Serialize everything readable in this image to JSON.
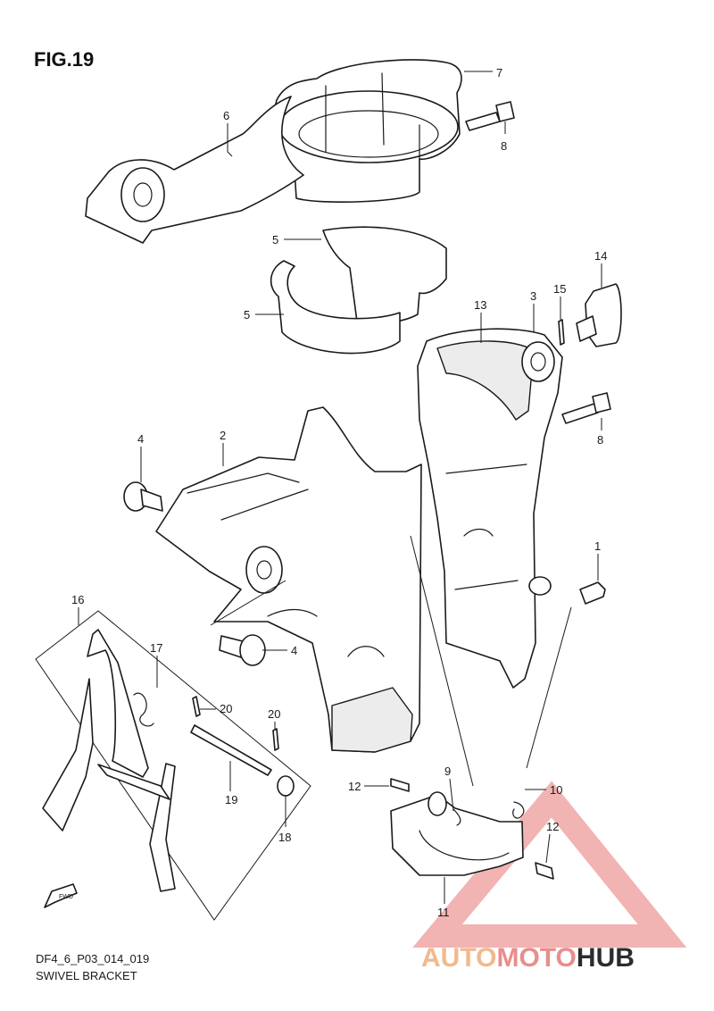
{
  "figure": {
    "title": "FIG.19",
    "code": "DF4_6_P03_014_019",
    "name": "SWIVEL BRACKET"
  },
  "fwd_label": "FWD",
  "callouts": [
    {
      "id": "c1",
      "text": "1"
    },
    {
      "id": "c2",
      "text": "2"
    },
    {
      "id": "c3",
      "text": "3"
    },
    {
      "id": "c4a",
      "text": "4"
    },
    {
      "id": "c4b",
      "text": "4"
    },
    {
      "id": "c5a",
      "text": "5"
    },
    {
      "id": "c5b",
      "text": "5"
    },
    {
      "id": "c6",
      "text": "6"
    },
    {
      "id": "c7",
      "text": "7"
    },
    {
      "id": "c8a",
      "text": "8"
    },
    {
      "id": "c8b",
      "text": "8"
    },
    {
      "id": "c9",
      "text": "9"
    },
    {
      "id": "c10",
      "text": "10"
    },
    {
      "id": "c11",
      "text": "11"
    },
    {
      "id": "c12a",
      "text": "12"
    },
    {
      "id": "c12b",
      "text": "12"
    },
    {
      "id": "c13",
      "text": "13"
    },
    {
      "id": "c14",
      "text": "14"
    },
    {
      "id": "c15",
      "text": "15"
    },
    {
      "id": "c16",
      "text": "16"
    },
    {
      "id": "c17",
      "text": "17"
    },
    {
      "id": "c18",
      "text": "18"
    },
    {
      "id": "c19",
      "text": "19"
    },
    {
      "id": "c20a",
      "text": "20"
    },
    {
      "id": "c20b",
      "text": "20"
    }
  ],
  "watermark": {
    "part1": "AUTO",
    "part2": "MOTO",
    "part3": "HUB",
    "colors": {
      "auto": "#f2b98c",
      "moto": "#e98d8d",
      "hub": "#2c2c2c",
      "triangle": "#f0a6a6"
    }
  }
}
